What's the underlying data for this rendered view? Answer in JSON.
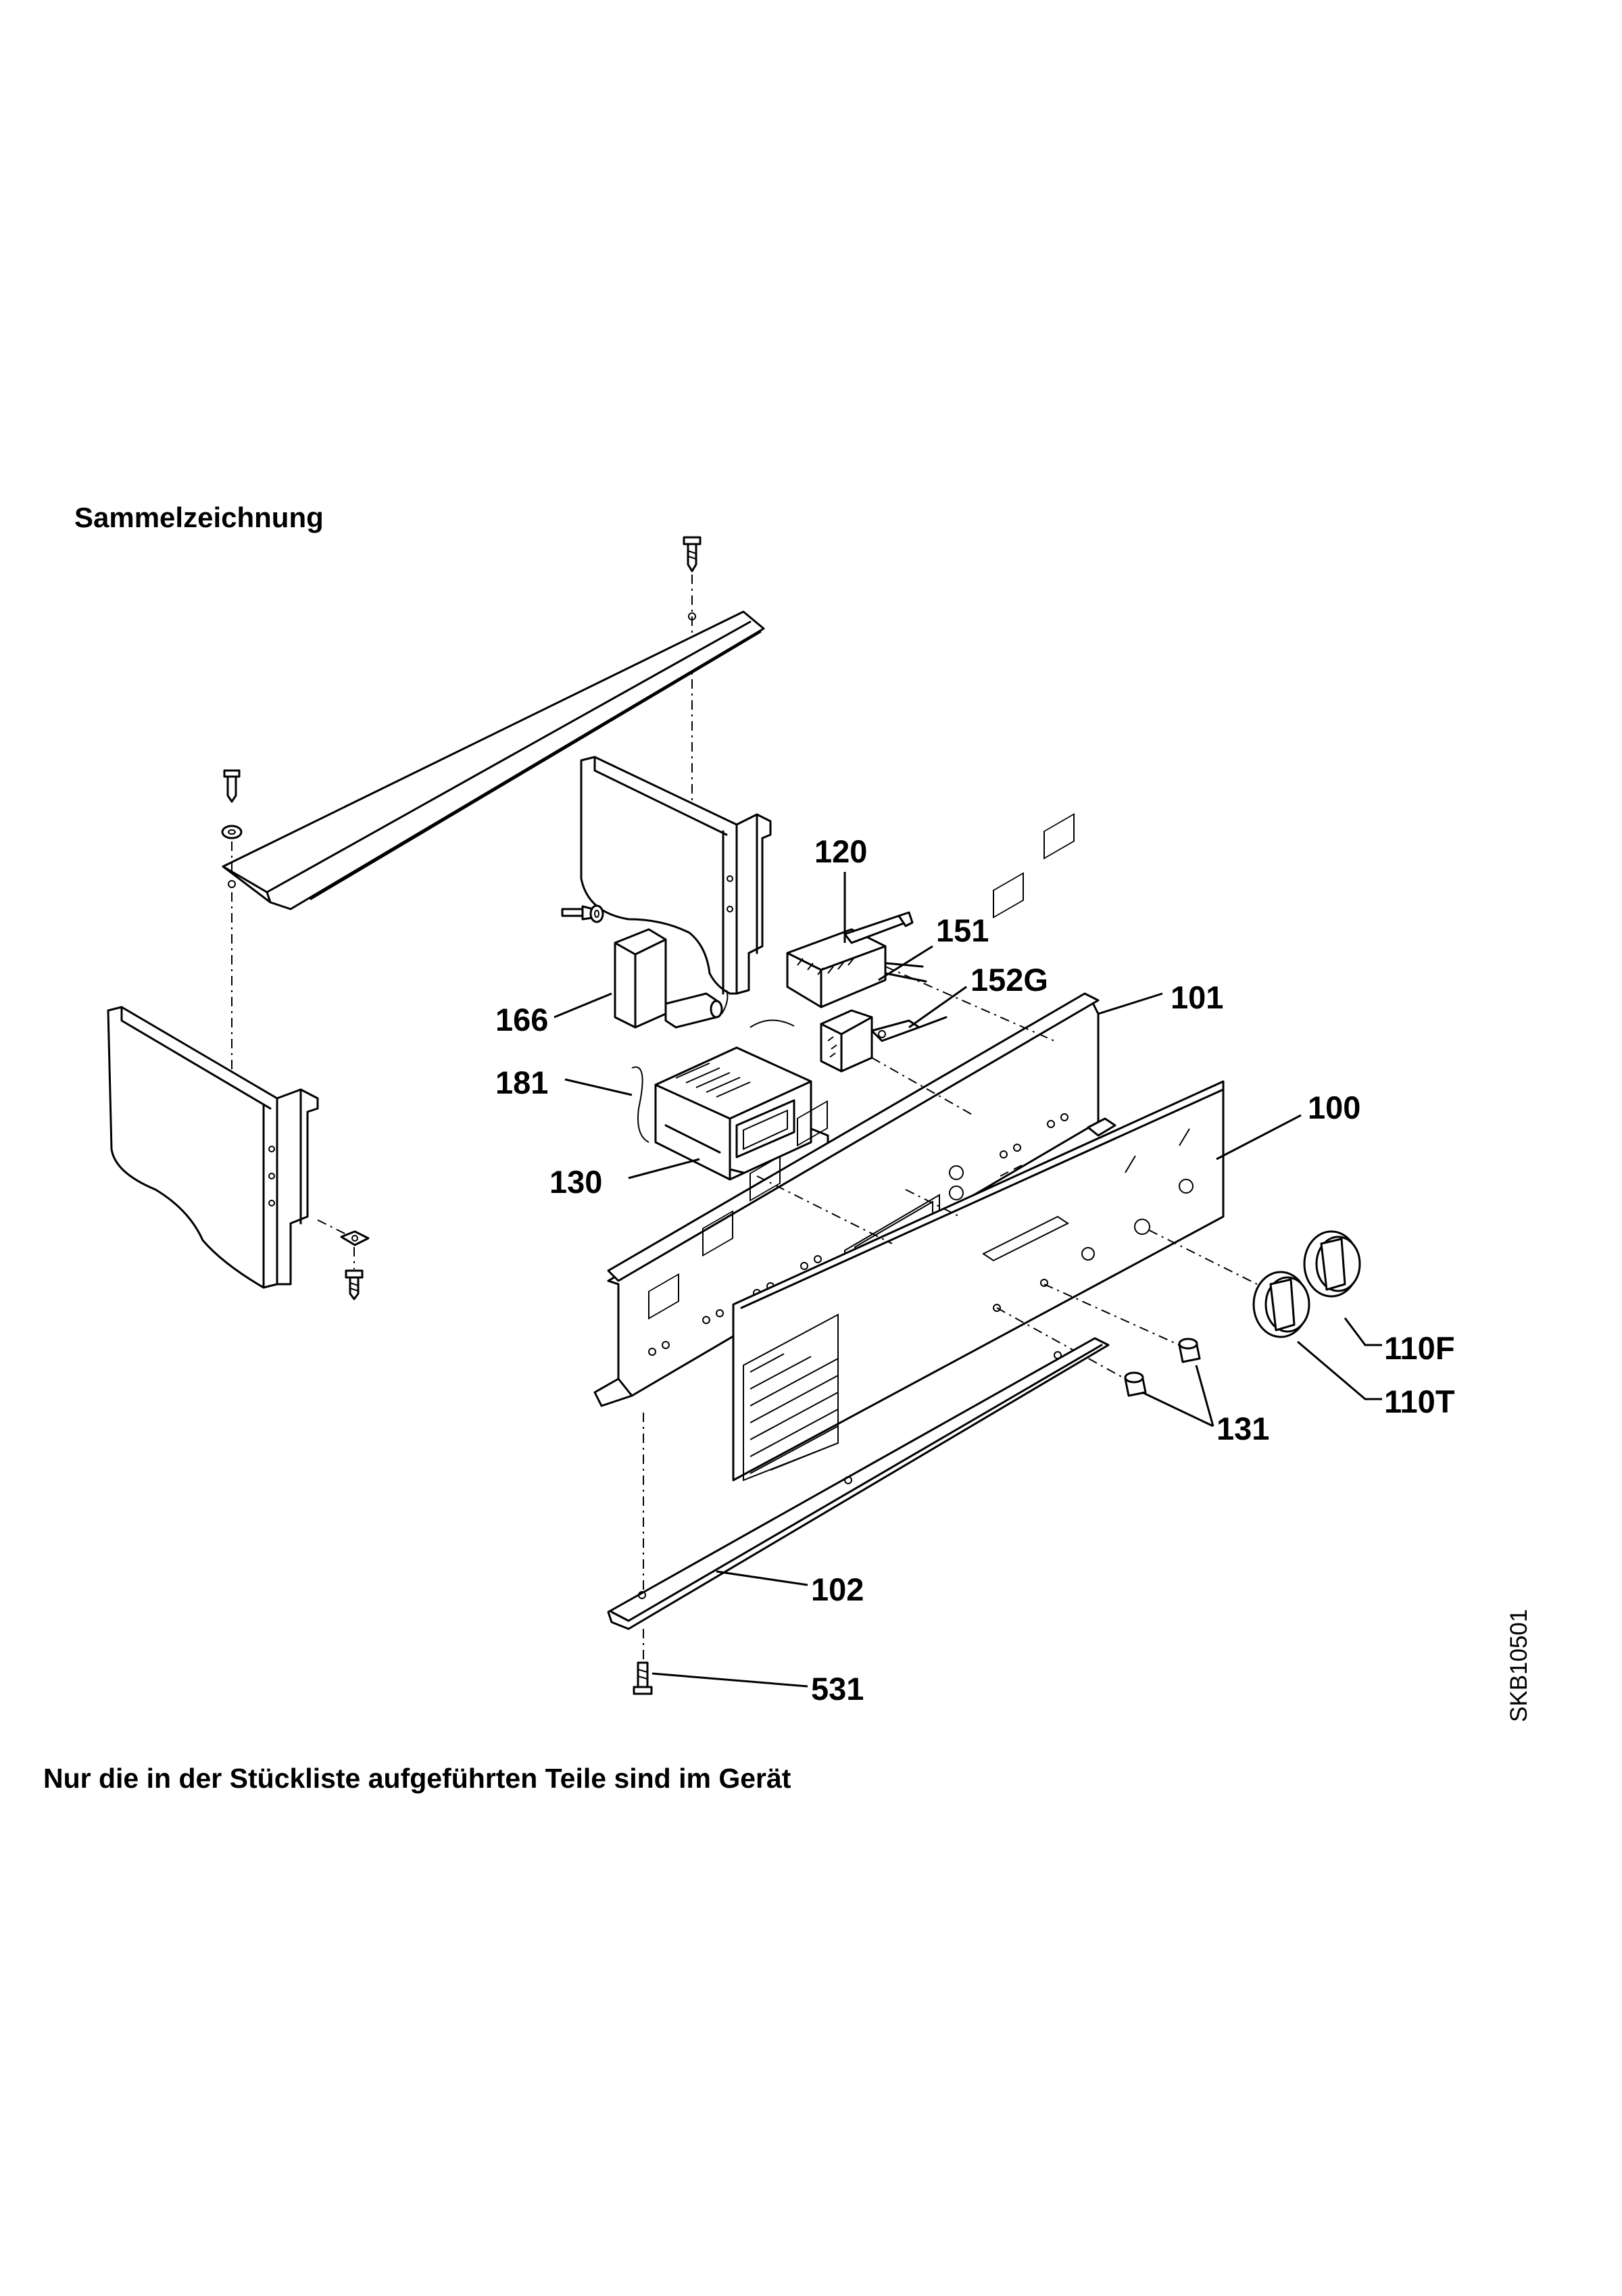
{
  "header": {
    "title": "Sammelzeichnung"
  },
  "footer": {
    "note": "Nur die in der Stückliste aufgeführten Teile sind im Gerät"
  },
  "drawing_code": "SKB10501",
  "part_labels": {
    "p120": "120",
    "p151": "151",
    "p152G": "152G",
    "p166": "166",
    "p101": "101",
    "p181": "181",
    "p100": "100",
    "p130": "130",
    "p110F": "110F",
    "p110T": "110T",
    "p131": "131",
    "p102": "102",
    "p531": "531"
  }
}
